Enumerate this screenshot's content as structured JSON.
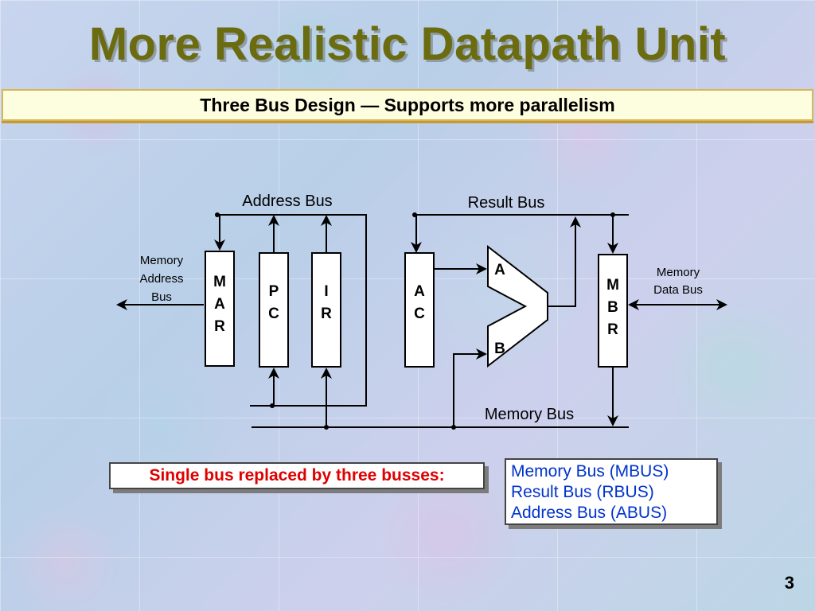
{
  "slide": {
    "title": "More Realistic Datapath Unit",
    "subtitle": "Three Bus Design — Supports more parallelism",
    "page_number": "3"
  },
  "diagram": {
    "buses": {
      "address": "Address Bus",
      "result": "Result Bus",
      "memory": "Memory Bus"
    },
    "registers": {
      "mar": [
        "M",
        "A",
        "R"
      ],
      "pc": [
        "P",
        "C"
      ],
      "ir": [
        "I",
        "R"
      ],
      "ac": [
        "A",
        "C"
      ],
      "mbr": [
        "M",
        "B",
        "R"
      ]
    },
    "alu": {
      "input_a": "A",
      "input_b": "B"
    },
    "external": {
      "memory_address_bus": [
        "Memory",
        "Address",
        "Bus"
      ],
      "memory_data_bus": [
        "Memory",
        "Data Bus"
      ]
    }
  },
  "callouts": {
    "left": "Single bus replaced by three busses:",
    "right": [
      "Memory Bus (MBUS)",
      "Result Bus (RBUS)",
      "Address Bus (ABUS)"
    ]
  },
  "colors": {
    "title": "#6b6b10",
    "callout_left_text": "#e00000",
    "callout_right_text": "#0033cc",
    "subtitle_border": "#d7b657"
  }
}
